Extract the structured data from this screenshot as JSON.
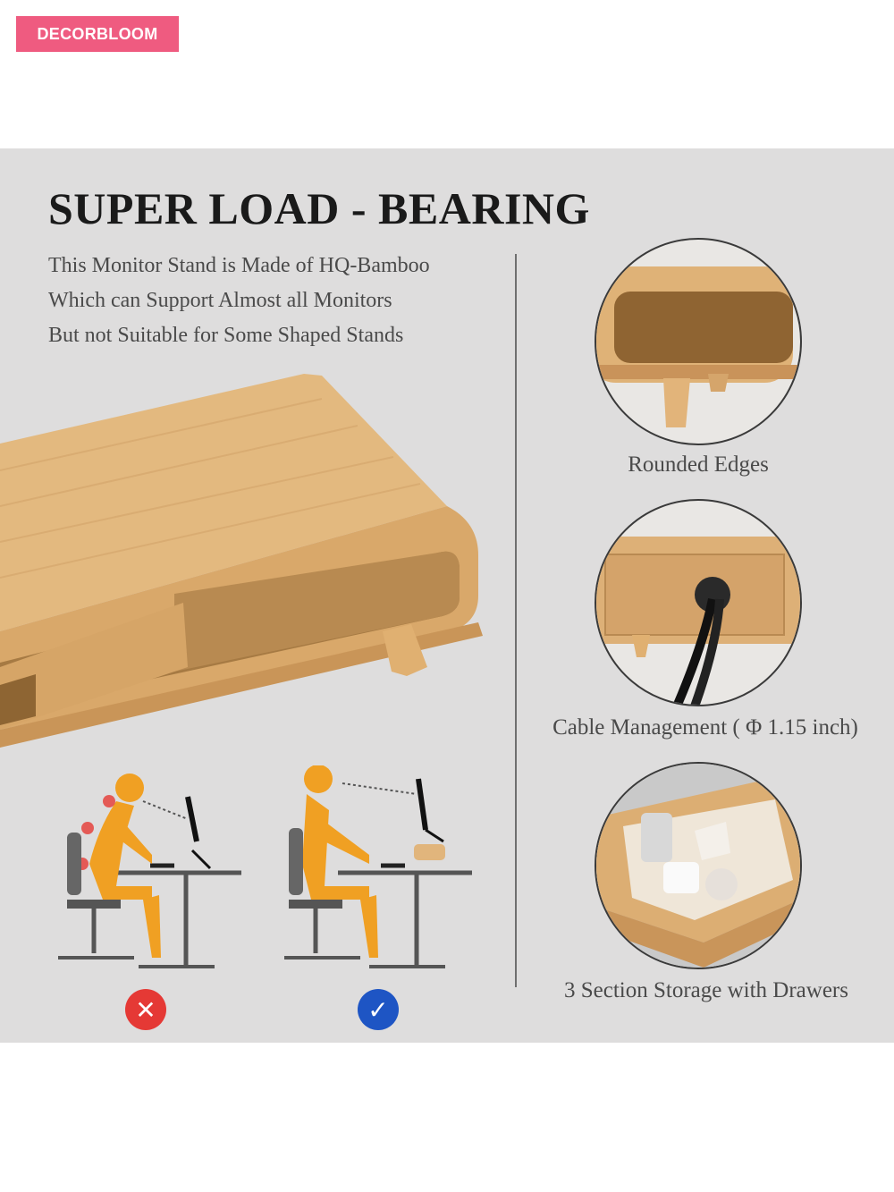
{
  "brand": {
    "label": "DECORBLOOM",
    "color": "#ef5b80"
  },
  "headline": "SUPER LOAD - BEARING",
  "description": [
    "This Monitor Stand is Made of HQ-Bamboo",
    "Which can Support Almost all Monitors",
    "But not Suitable for Some Shaped Stands"
  ],
  "features": [
    {
      "label": "Rounded Edges",
      "icon": "rounded-edge-closeup"
    },
    {
      "label": "Cable Management ( Φ 1.15 inch)",
      "icon": "cable-hole-closeup"
    },
    {
      "label": "3 Section Storage with Drawers",
      "icon": "drawer-closeup"
    }
  ],
  "posture": {
    "wrong_icon": "✕",
    "right_icon": "✓",
    "wrong_color": "#e53935",
    "right_color": "#1e55c4",
    "figure_color": "#f0a023"
  },
  "colors": {
    "bamboo": "#e1b57c",
    "panel": "#dedddd"
  }
}
